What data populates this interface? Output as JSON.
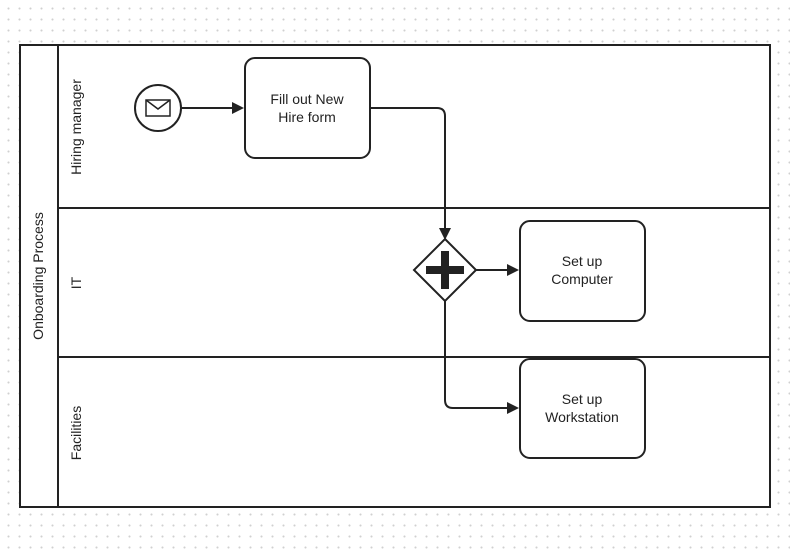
{
  "pool": {
    "label": "Onboarding Process"
  },
  "lanes": [
    {
      "label": "Hiring manager"
    },
    {
      "label": "IT"
    },
    {
      "label": "Facilities"
    }
  ],
  "events": {
    "start": {
      "type": "message-start-event",
      "icon": "envelope-icon"
    }
  },
  "gateways": {
    "parallel": {
      "type": "parallel-gateway",
      "icon": "plus-icon"
    }
  },
  "tasks": {
    "fill_form": {
      "line1": "Fill out New",
      "line2": "Hire form"
    },
    "setup_computer": {
      "line1": "Set up",
      "line2": "Computer"
    },
    "setup_workstation": {
      "line1": "Set up",
      "line2": "Workstation"
    }
  },
  "colors": {
    "stroke": "#222222",
    "fill": "#ffffff",
    "grid_dot": "#d0d0d0"
  }
}
